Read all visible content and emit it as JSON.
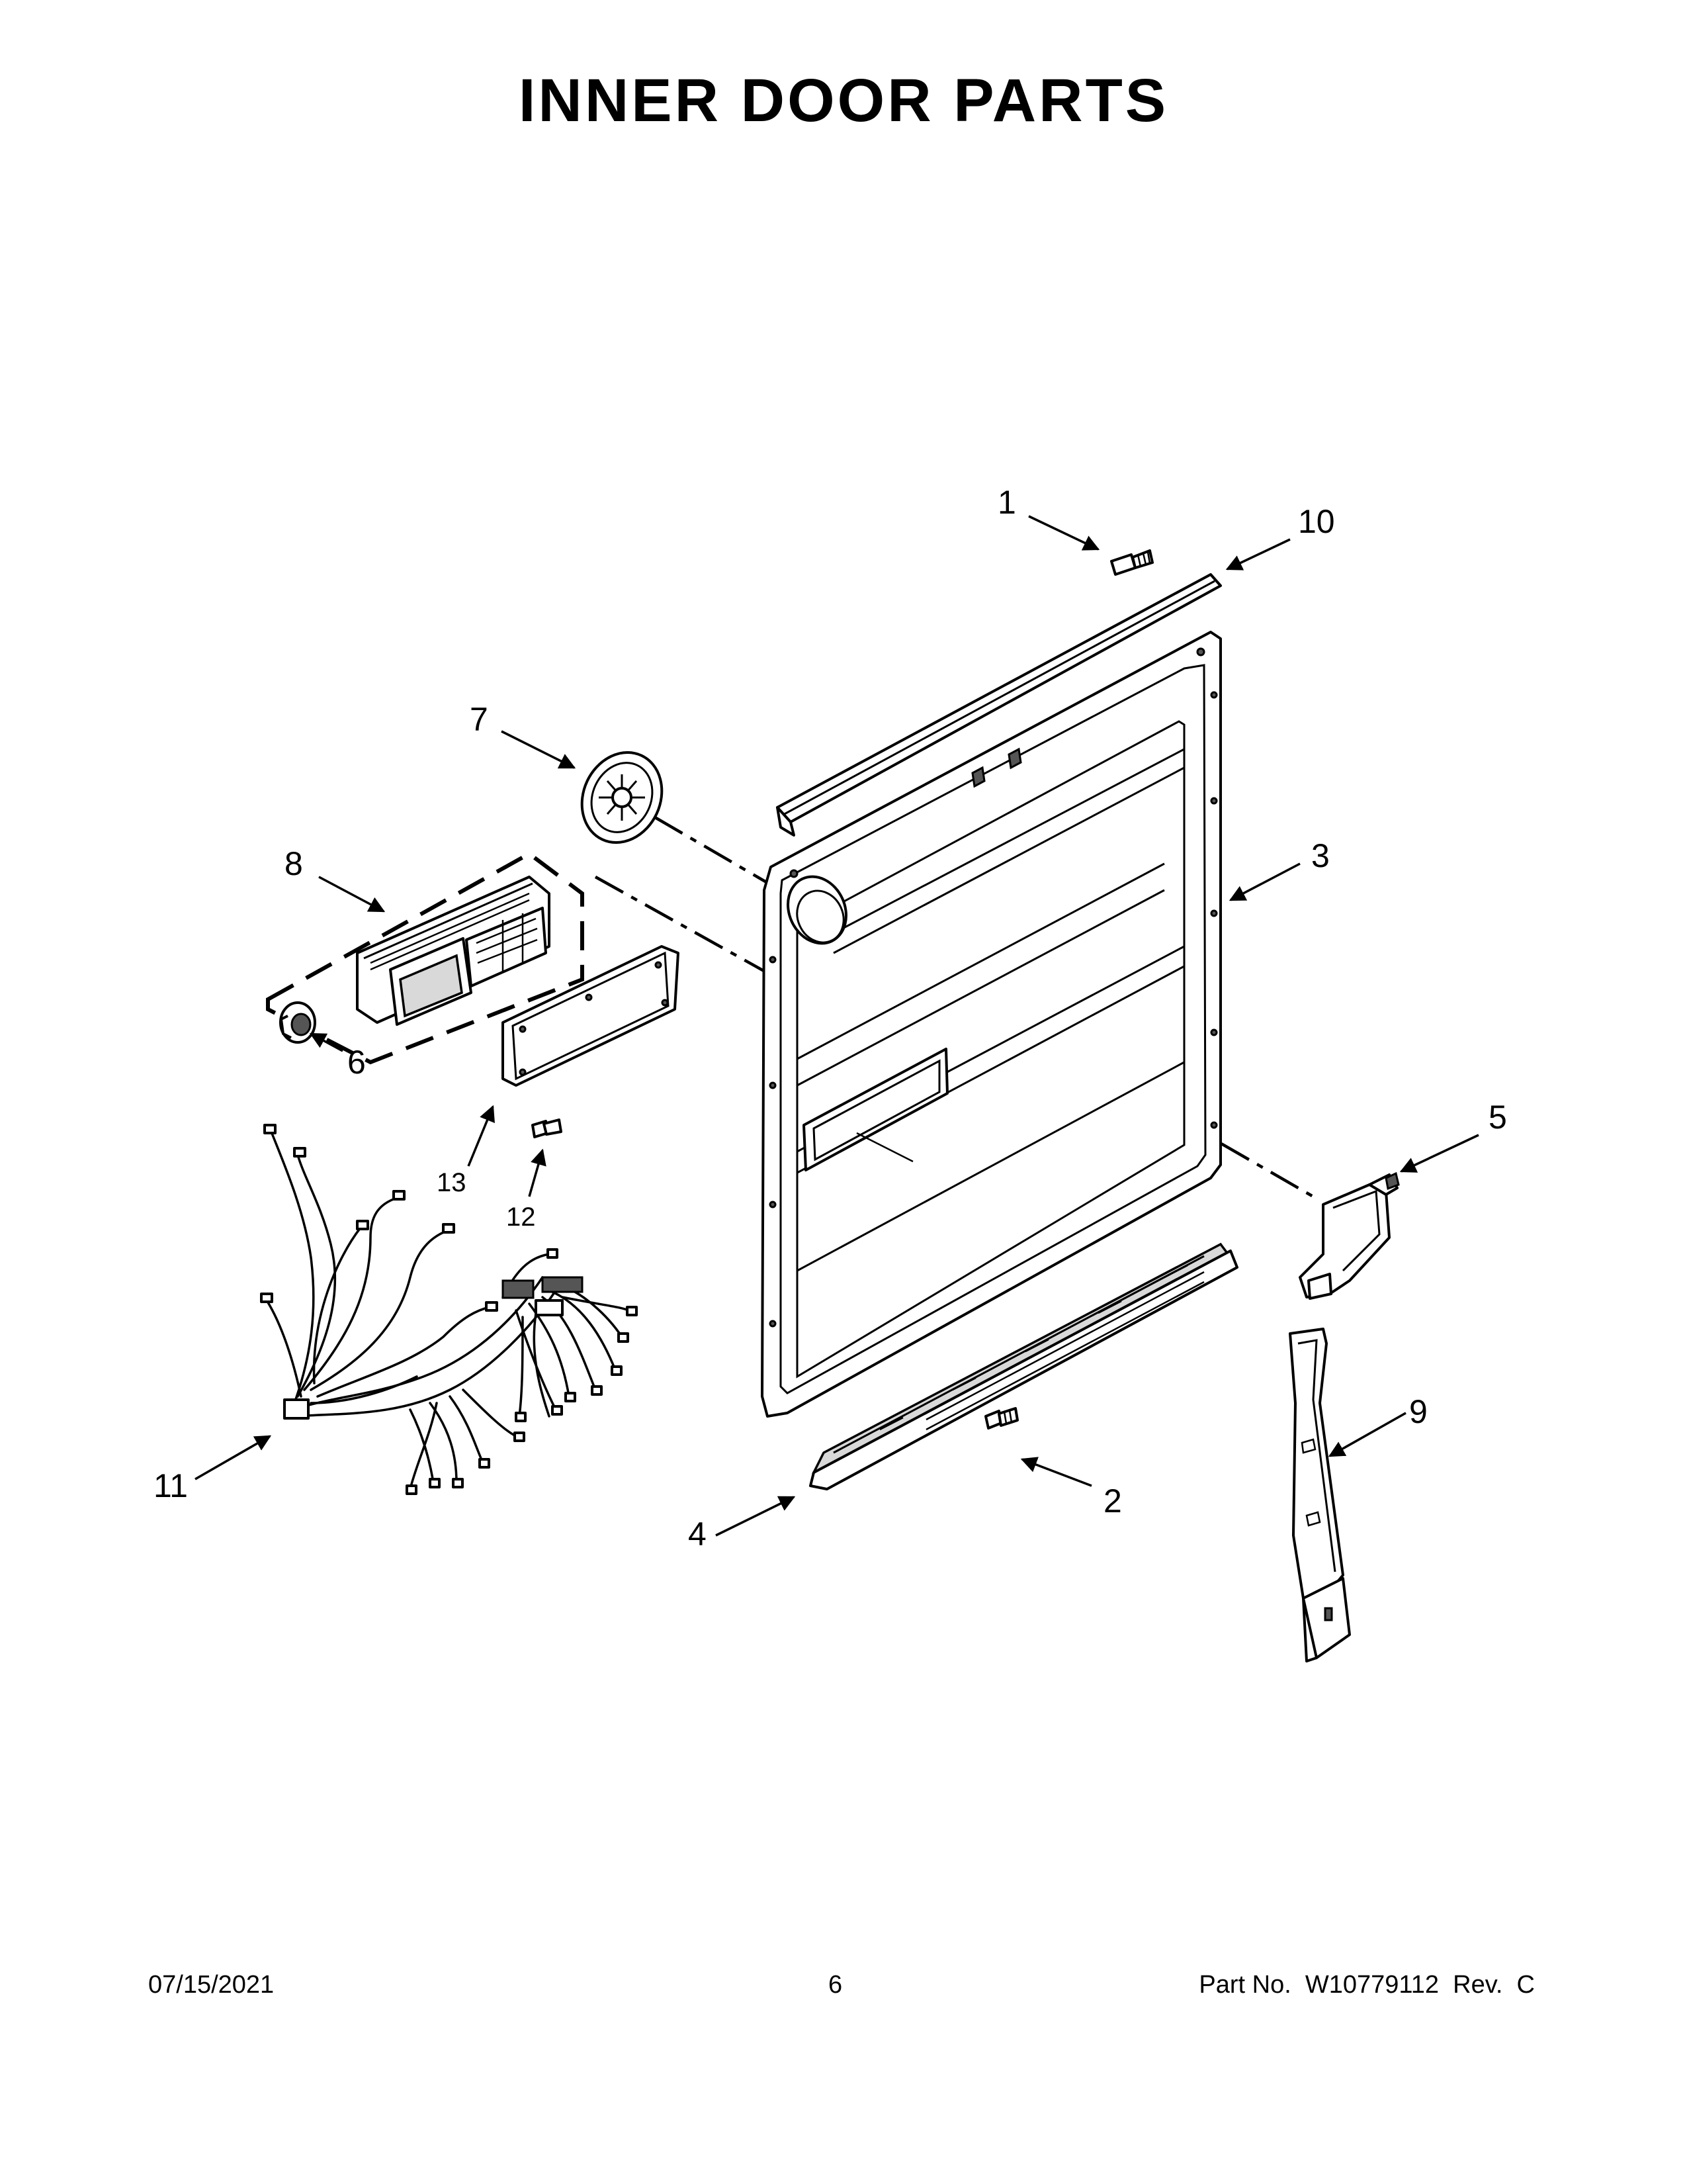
{
  "page": {
    "title": "INNER DOOR PARTS",
    "footer": {
      "date": "07/15/2021",
      "page_number": "6",
      "part_number": "Part No.  W10779112  Rev.  C"
    }
  },
  "callouts": [
    {
      "id": "1",
      "label": "1"
    },
    {
      "id": "2",
      "label": "2"
    },
    {
      "id": "3",
      "label": "3"
    },
    {
      "id": "4",
      "label": "4"
    },
    {
      "id": "5",
      "label": "5"
    },
    {
      "id": "6",
      "label": "6"
    },
    {
      "id": "7",
      "label": "7"
    },
    {
      "id": "8",
      "label": "8"
    },
    {
      "id": "9",
      "label": "9"
    },
    {
      "id": "10",
      "label": "10"
    },
    {
      "id": "11",
      "label": "11"
    },
    {
      "id": "12",
      "label": "12"
    },
    {
      "id": "13",
      "label": "13"
    }
  ]
}
